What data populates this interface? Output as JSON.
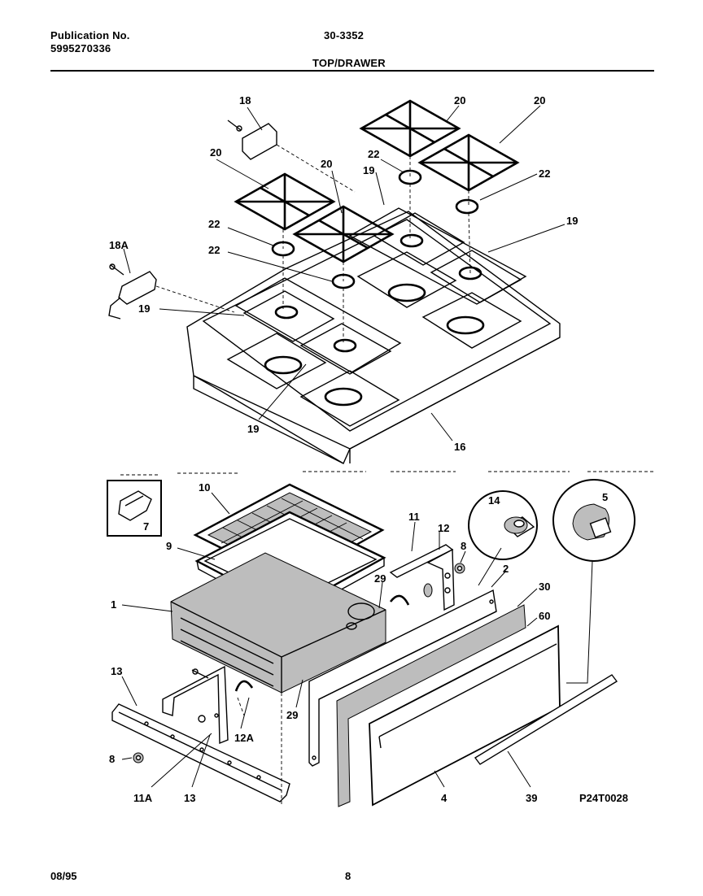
{
  "header": {
    "publication_label": "Publication No.",
    "publication_number": "5995270336",
    "model": "30-3352",
    "section": "TOP/DRAWER"
  },
  "footer": {
    "date": "08/95",
    "page": "8"
  },
  "drawing_code": "P24T0028",
  "callouts": {
    "c18": "18",
    "c18a": "18A",
    "c20a": "20",
    "c20b": "20",
    "c20c": "20",
    "c20d": "20",
    "c22a": "22",
    "c22b": "22",
    "c22c": "22",
    "c22d": "22",
    "c19a": "19",
    "c19b": "19",
    "c19c": "19",
    "c19d": "19",
    "c16": "16",
    "c10": "10",
    "c9": "9",
    "c1": "1",
    "c7": "7",
    "c14": "14",
    "c5": "5",
    "c11": "11",
    "c12": "12",
    "c8a": "8",
    "c2": "2",
    "c30": "30",
    "c60": "60",
    "c29a": "29",
    "c29b": "29",
    "c13a": "13",
    "c13b": "13",
    "c12a": "12A",
    "c8b": "8",
    "c11a": "11A",
    "c4": "4",
    "c39": "39"
  }
}
